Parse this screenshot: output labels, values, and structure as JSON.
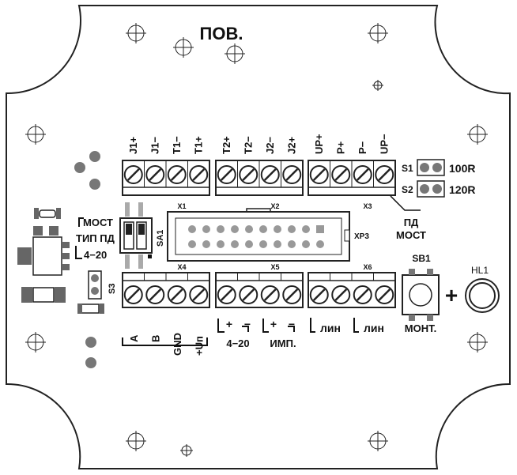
{
  "board": {
    "title": "ПОВ.",
    "mode_labels": {
      "bridge": "МОСТ",
      "type": "ТИП ПД",
      "current": "4−20"
    },
    "switch_sa1": "SA1",
    "switch_s3": "S3",
    "button_sb1": "SB1",
    "button_label": "МОНТ.",
    "plus_sign": "+",
    "led_hl1": "HL1",
    "header_xp3": "XP3",
    "pd_label": "ПД",
    "most_label": "МОСТ",
    "jumpers": [
      {
        "id": "S1",
        "value": "100R"
      },
      {
        "id": "S2",
        "value": "120R"
      }
    ],
    "connectors_top": [
      {
        "id": "X1",
        "pins": [
          "J1+",
          "J1−",
          "T1−",
          "T1+"
        ]
      },
      {
        "id": "X2",
        "pins": [
          "T2+",
          "T2−",
          "J2−",
          "J2+"
        ]
      },
      {
        "id": "X3",
        "pins": [
          "UP+",
          "P+",
          "P−",
          "UP−"
        ]
      }
    ],
    "connectors_bottom": [
      {
        "id": "X4",
        "pins": [
          "A",
          "B",
          "GND",
          "+Uп"
        ]
      },
      {
        "id": "X5",
        "pins": [
          "+",
          "−",
          "+",
          "−"
        ]
      },
      {
        "id": "X6",
        "pins": [
          "лин",
          "лин"
        ]
      }
    ],
    "x5_group_labels": [
      "4−20",
      "ИМП."
    ]
  }
}
